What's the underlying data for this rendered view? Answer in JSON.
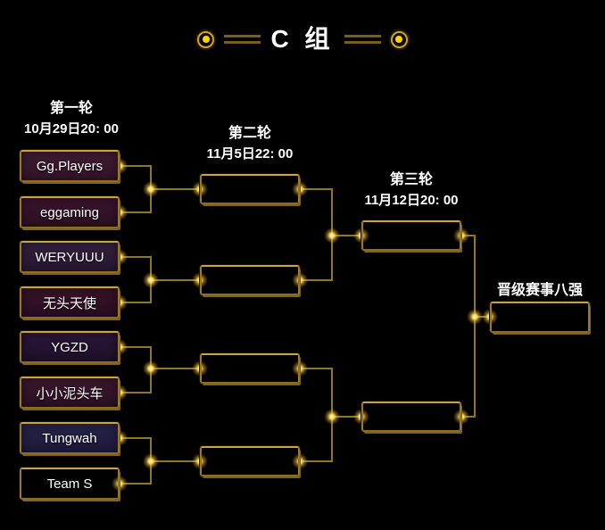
{
  "title": {
    "text": "C 组"
  },
  "rounds": [
    {
      "name": "第一轮",
      "date": "10月29日20: 00"
    },
    {
      "name": "第二轮",
      "date": "11月5日22: 00"
    },
    {
      "name": "第三轮",
      "date": "11月12日20: 00"
    }
  ],
  "final": {
    "label": "晋级赛事八强"
  },
  "teams": [
    "Gg.Players",
    "eggaming",
    "WERYUUU",
    "无头天使",
    "YGZD",
    "小小泥头车",
    "Tungwah",
    "Team S"
  ],
  "colors": {
    "background": "#000000",
    "box_border_gold": "#b3873a",
    "box_shadow_gold": "#7d6320",
    "connector_line": "#8c7a20",
    "junction_glow": "#ffe469",
    "ornament_ring": "#cda227",
    "ornament_dot": "#ffd400",
    "ornament_lines": "#7b5e1e",
    "text": "#ffffff",
    "box_fill_plum": "#38152b",
    "box_fill_violet": "#301a38",
    "box_fill_navy": "#242047"
  }
}
